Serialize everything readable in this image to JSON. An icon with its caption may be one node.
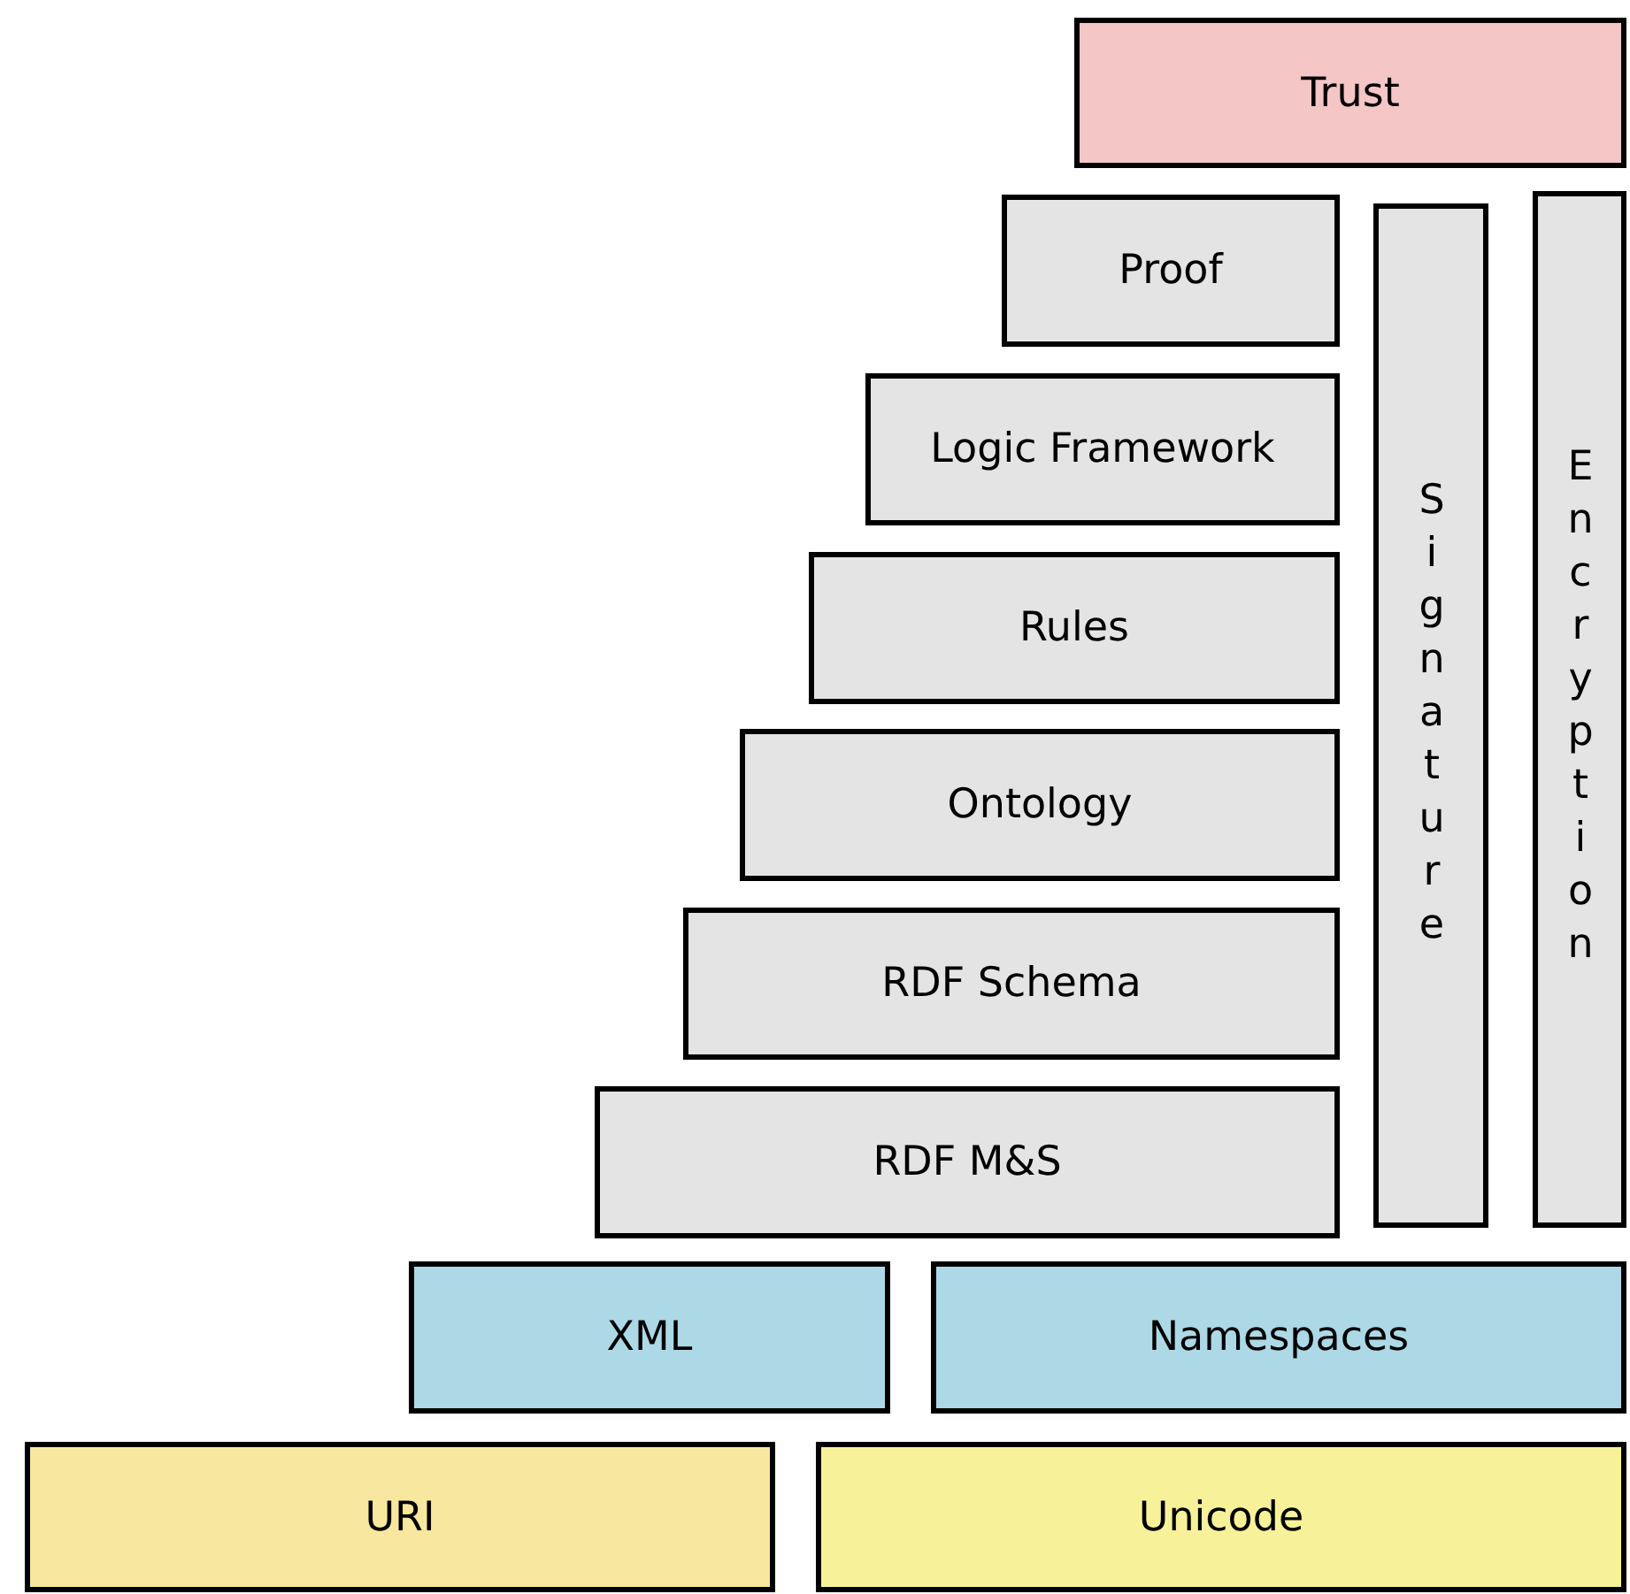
{
  "diagram": {
    "nodes": [
      {
        "text": [
          "Trust"
        ]
      },
      {
        "text": [
          "Proof"
        ]
      },
      {
        "text": [
          "Logic Framework"
        ]
      },
      {
        "text": [
          "Rules"
        ]
      },
      {
        "text": [
          "Ontology"
        ]
      },
      {
        "text": [
          "RDF Schema"
        ]
      },
      {
        "text": [
          "RDF M&S"
        ]
      },
      {
        "text": [
          "Signature"
        ]
      },
      {
        "text": [
          "Encryption"
        ]
      },
      {
        "text": [
          "XML"
        ]
      },
      {
        "text": [
          "Namespaces"
        ]
      },
      {
        "text": [
          "URI"
        ]
      },
      {
        "text": [
          "Unicode"
        ]
      }
    ]
  }
}
